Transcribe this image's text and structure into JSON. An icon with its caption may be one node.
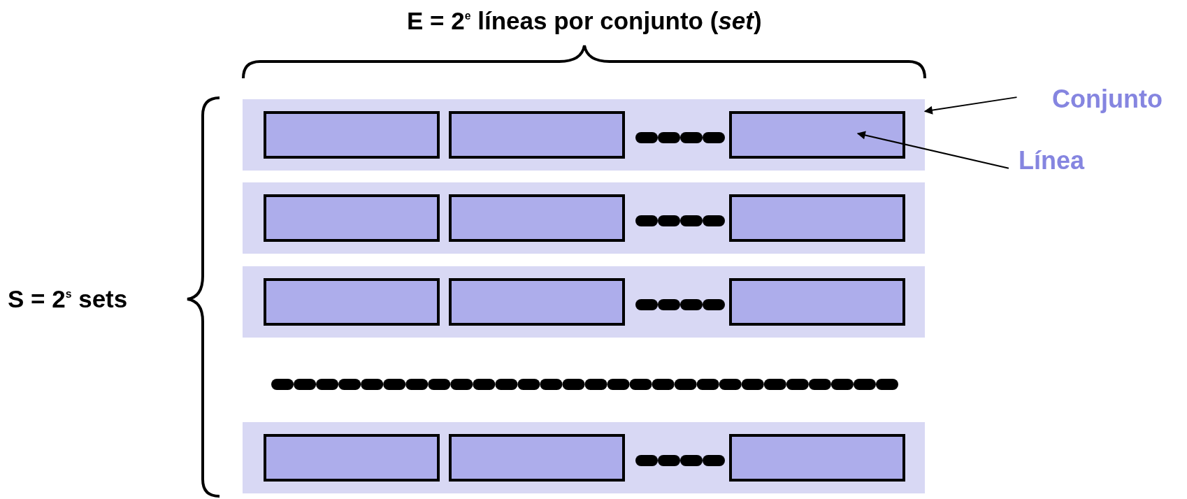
{
  "diagram": {
    "title": "E = 2$^{e}$ líneas por conjunto (*set*)",
    "nodes": [
      {
        "text": [],
        "shape": "box"
      },
      {
        "text": [],
        "shape": "box",
        "in": 0
      },
      {
        "text": [],
        "shape": "box",
        "in": 0
      },
      {
        "text": [],
        "shape": "box",
        "in": 0
      },
      {
        "text": [
          "Conjunto"
        ]
      },
      {
        "text": [
          "Línea"
        ]
      },
      {
        "text": [],
        "shape": "box"
      },
      {
        "text": [],
        "shape": "box",
        "in": 6
      },
      {
        "text": [],
        "shape": "box",
        "in": 6
      },
      {
        "text": [],
        "shape": "box",
        "in": 6
      },
      {
        "text": [],
        "shape": "box"
      },
      {
        "text": [],
        "shape": "box",
        "in": 10
      },
      {
        "text": [],
        "shape": "box",
        "in": 10
      },
      {
        "text": [],
        "shape": "box",
        "in": 10
      },
      {
        "text": [],
        "shape": "box"
      },
      {
        "text": [],
        "shape": "box",
        "in": 14
      },
      {
        "text": [],
        "shape": "box",
        "in": 14
      },
      {
        "text": [],
        "shape": "box",
        "in": 14
      }
    ],
    "edges": [
      {
        "from": 4,
        "to": 0,
        "arrow": "to"
      },
      {
        "from": 5,
        "to": 3,
        "arrow": "to"
      }
    ],
    "labels": [
      "S = 2$^{s}$ sets"
    ]
  }
}
